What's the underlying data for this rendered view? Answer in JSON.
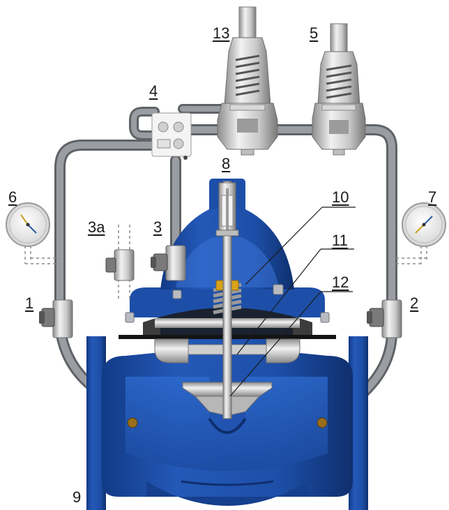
{
  "labels": {
    "l1": "1",
    "l2": "2",
    "l3": "3",
    "l3a": "3a",
    "l4": "4",
    "l5": "5",
    "l6": "6",
    "l7": "7",
    "l8": "8",
    "l9": "9",
    "l10": "10",
    "l11": "11",
    "l12": "12",
    "l13": "13"
  },
  "colors": {
    "valve_body": "#1d4fa8",
    "valve_body_dark": "#12357a",
    "valve_section": "#2b66c9",
    "tubing": "#8a8d92",
    "tubing_edge": "#5f6266",
    "steel_light": "#e6e6e6",
    "steel_mid": "#b9b9b9",
    "steel_dark": "#6e6e6e",
    "brass": "#d8a31a",
    "dashed_line": "#8a8a8a",
    "label_text": "#1a1a1a"
  }
}
